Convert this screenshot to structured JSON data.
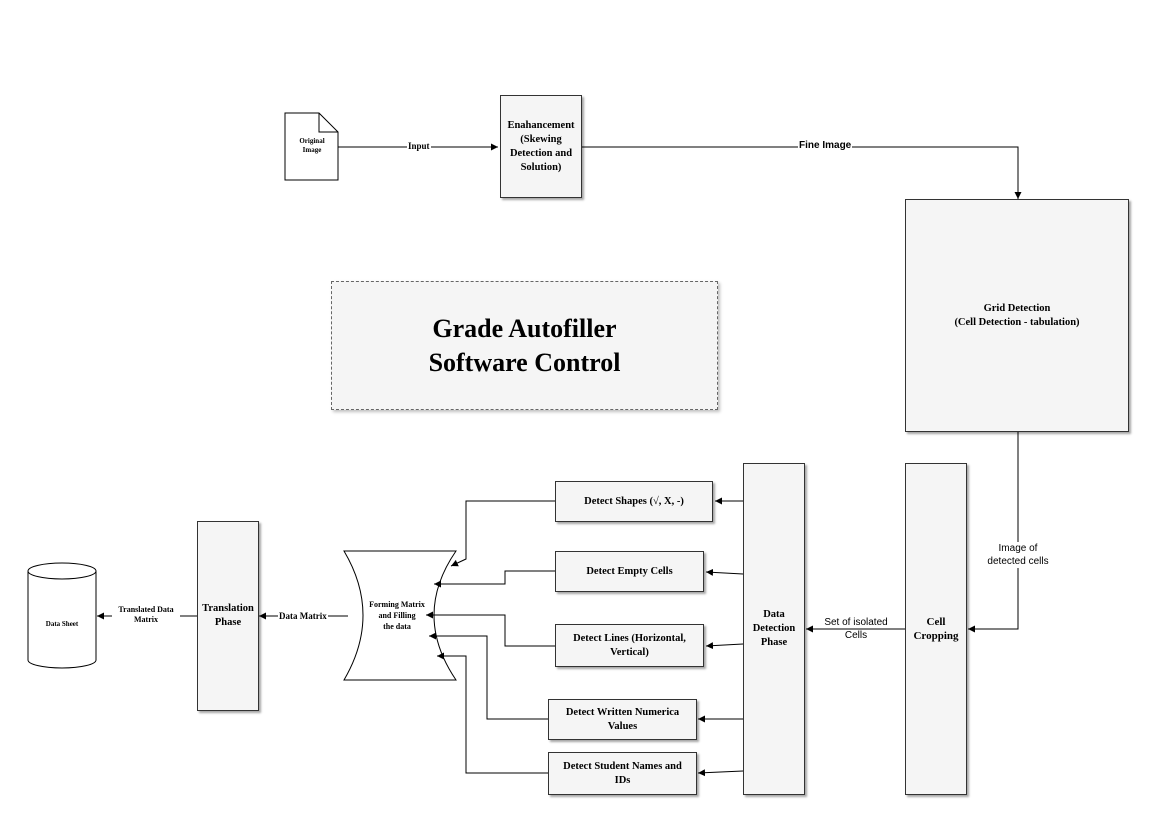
{
  "title": "Grade Autofiller\nSoftware Control",
  "nodes": {
    "original_image": "Original\nImage",
    "enhancement": "Enahancement\n(Skewing\nDetection and\nSolution)",
    "grid_detection": "Grid Detection\n(Cell Detection - tabulation)",
    "cell_cropping": "Cell\nCropping",
    "data_detection": "Data\nDetection\nPhase",
    "detect_shapes": "Detect Shapes (√, X, -)",
    "detect_empty": "Detect Empty Cells",
    "detect_lines": "Detect Lines (Horizontal,\nVertical)",
    "detect_numeric": "Detect Written Numerica\nValues",
    "detect_names": "Detect Student Names and\nIDs",
    "forming_matrix": "Forming Matrix\nand Filling\nthe data",
    "translation": "Translation\nPhase",
    "data_sheet": "Data Sheet"
  },
  "edges": {
    "input": "Input",
    "fine_image": "Fine Image",
    "image_of_cells": "Image of\ndetected cells",
    "isolated_cells": "Set of isolated\nCells",
    "data_matrix": "Data Matrix",
    "translated_matrix": "Translated Data\nMatrix"
  }
}
